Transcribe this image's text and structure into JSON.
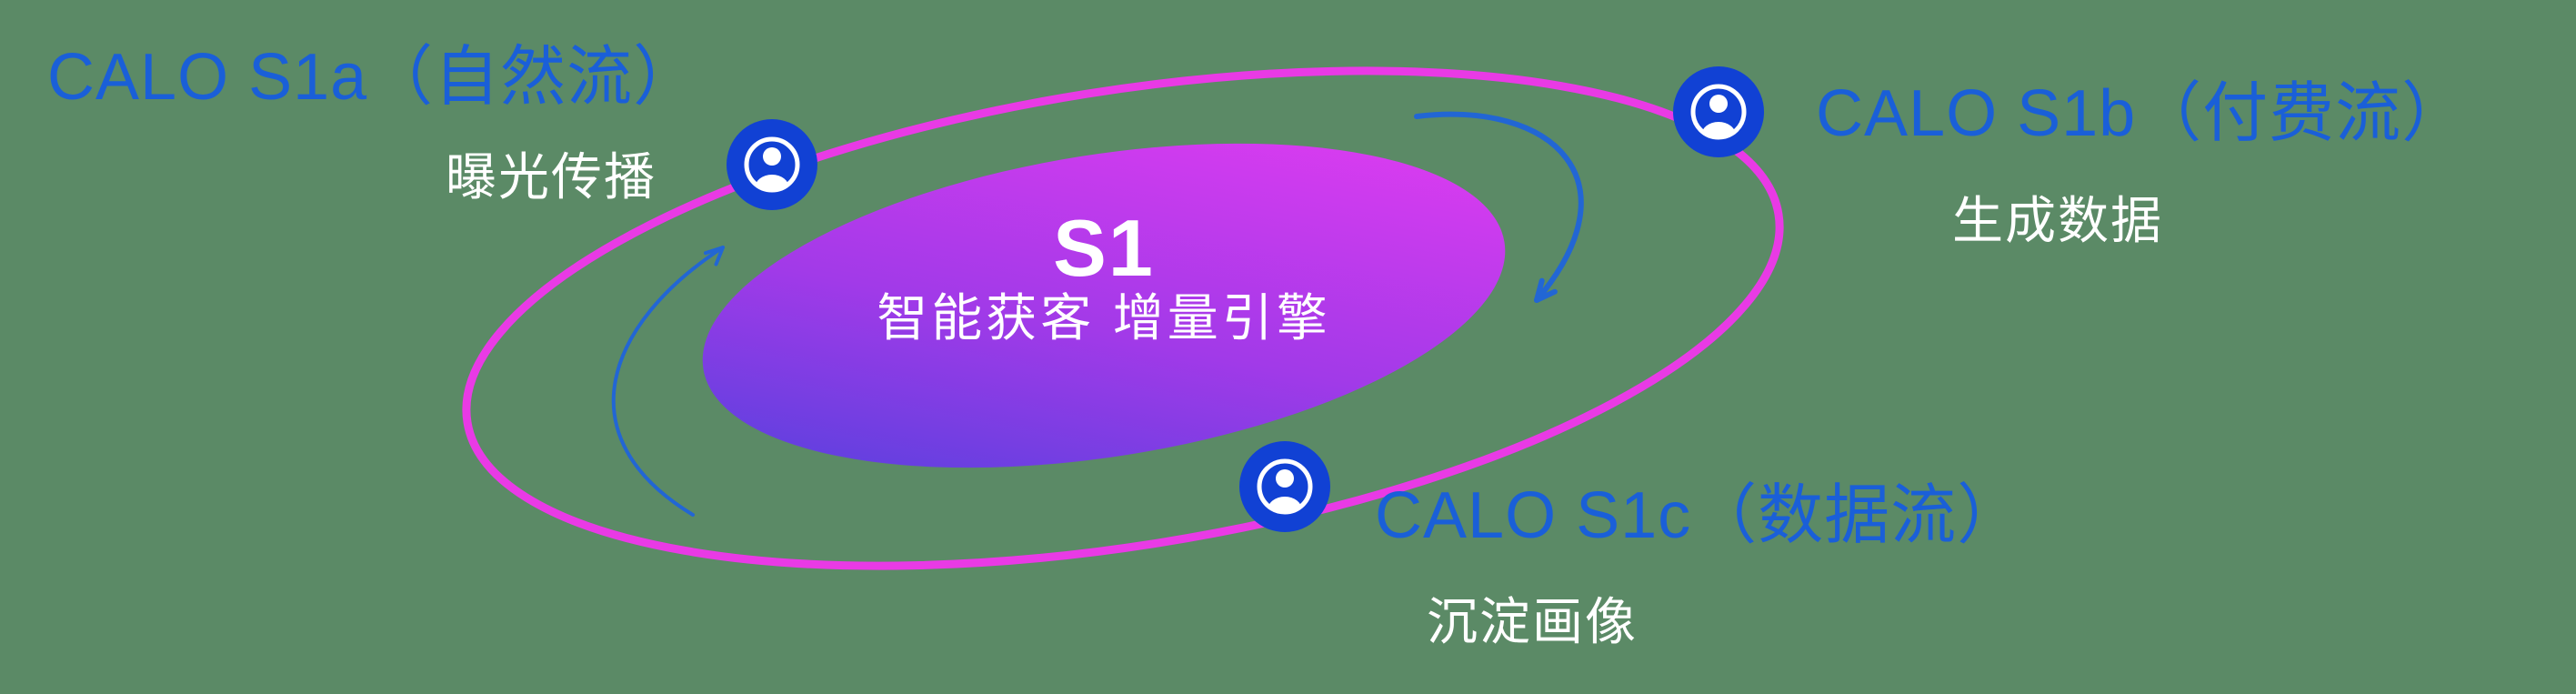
{
  "title": "S1 智能获客 增量引擎 orbit diagram",
  "colors": {
    "bg": "#5b8a66",
    "label-blue": "#1a5fd8",
    "white": "#ffffff",
    "ring": "#e93ae5",
    "node": "#1141d4",
    "arrow": "#2266d4",
    "grad-start": "#4a42dc",
    "grad-mid": "#a13ae8",
    "grad-end": "#e93cf2"
  },
  "center": {
    "title": "S1",
    "subtitle": "智能获客  增量引擎"
  },
  "nodes": [
    {
      "id": "s1a",
      "label": "CALO S1a（自然流）",
      "sublabel": "曝光传播"
    },
    {
      "id": "s1b",
      "label": "CALO S1b（付费流）",
      "sublabel": "生成数据"
    },
    {
      "id": "s1c",
      "label": "CALO S1c（数据流）",
      "sublabel": "沉淀画像"
    }
  ],
  "icons": {
    "node_icon": "user-in-circle-icon"
  }
}
